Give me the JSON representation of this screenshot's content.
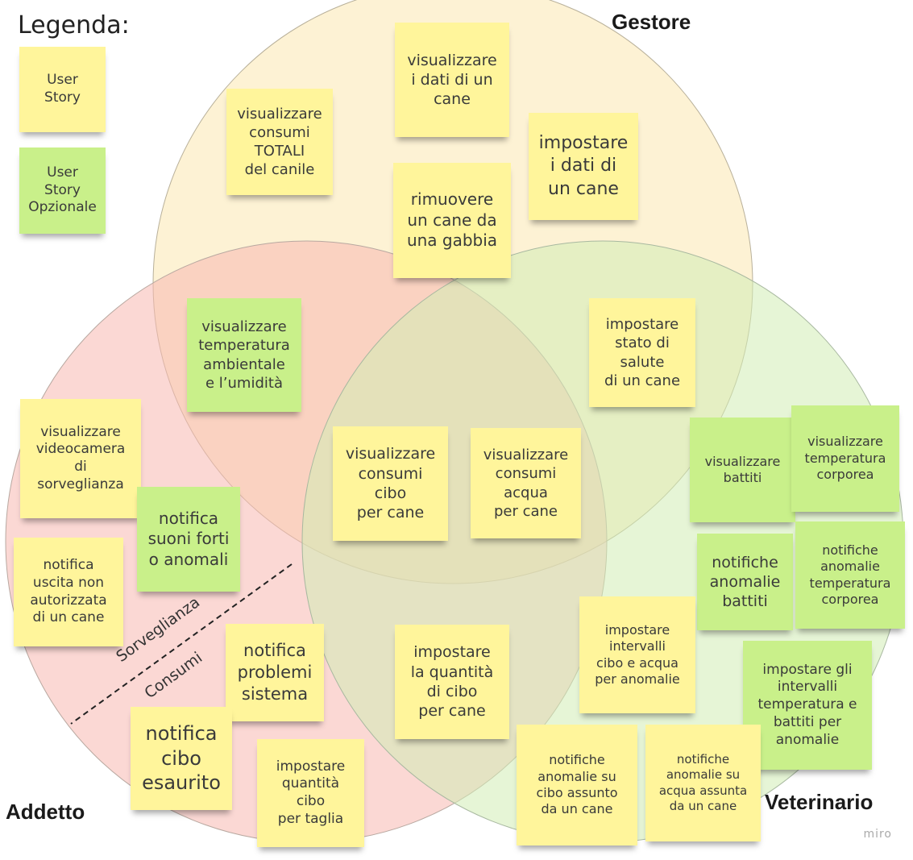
{
  "legend": {
    "title": "Legenda:",
    "items": [
      {
        "text": "User\nStory",
        "color": "#fff59b"
      },
      {
        "text": "User\nStory\nOpzionale",
        "color": "#c9f08a"
      }
    ]
  },
  "roles": {
    "gestore": "Gestore",
    "addetto": "Addetto",
    "veterinario": "Veterinario"
  },
  "circle_colors": {
    "gestore": "#fce7b0",
    "addetto": "#f7b8b0",
    "veterinario": "#d2ecb5",
    "border": "#b0b0a0"
  },
  "separator": {
    "upper": "Sorveglianza",
    "lower": "Consumi"
  },
  "notes": [
    {
      "id": "n1",
      "text": "visualizzare\ni dati di un\ncane",
      "color": "yellow"
    },
    {
      "id": "n2",
      "text": "visualizzare\nconsumi\nTOTALI\ndel canile",
      "color": "yellow"
    },
    {
      "id": "n3",
      "text": "impostare\ni dati di\nun cane",
      "color": "yellow"
    },
    {
      "id": "n4",
      "text": "rimuovere\nun cane da\nuna gabbia",
      "color": "yellow"
    },
    {
      "id": "n5",
      "text": "visualizzare\ntemperatura\nambientale\ne l’umidità",
      "color": "green"
    },
    {
      "id": "n6",
      "text": "impostare\nstato di\nsalute\ndi un cane",
      "color": "yellow"
    },
    {
      "id": "n7",
      "text": "visualizzare\nconsumi\ncibo\nper cane",
      "color": "yellow"
    },
    {
      "id": "n8",
      "text": "visualizzare\nconsumi\nacqua\nper cane",
      "color": "yellow"
    },
    {
      "id": "n9",
      "text": "visualizzare\nvideocamera\ndi\nsorveglianza",
      "color": "yellow"
    },
    {
      "id": "n10",
      "text": "notifica\nsuoni forti\no anomali",
      "color": "green"
    },
    {
      "id": "n11",
      "text": "notifica\nuscita non\nautorizzata\ndi un cane",
      "color": "yellow"
    },
    {
      "id": "n12",
      "text": "notifica\nproblemi\nsistema",
      "color": "yellow"
    },
    {
      "id": "n13",
      "text": "notifica\ncibo\nesaurito",
      "color": "yellow"
    },
    {
      "id": "n14",
      "text": "impostare\nquantità\ncibo\nper taglia",
      "color": "yellow"
    },
    {
      "id": "n15",
      "text": "impostare\nla quantità\ndi cibo\nper cane",
      "color": "yellow"
    },
    {
      "id": "n16",
      "text": "visualizzare\nbattiti",
      "color": "green"
    },
    {
      "id": "n17",
      "text": "visualizzare\ntemperatura\ncorporea",
      "color": "green"
    },
    {
      "id": "n18",
      "text": "notifiche\nanomalie\nbattiti",
      "color": "green"
    },
    {
      "id": "n19",
      "text": "notifiche\nanomalie\ntemperatura\ncorporea",
      "color": "green"
    },
    {
      "id": "n20",
      "text": "impostare\nintervalli\ncibo e acqua\nper anomalie",
      "color": "yellow"
    },
    {
      "id": "n21",
      "text": "impostare gli\nintervalli\ntemperatura e\nbattiti per\nanomalie",
      "color": "green"
    },
    {
      "id": "n22",
      "text": "notifiche\nanomalie su\ncibo assunto\nda un cane",
      "color": "yellow"
    },
    {
      "id": "n23",
      "text": "notifiche\nanomalie su\nacqua assunta\nda un cane",
      "color": "yellow"
    }
  ],
  "watermark": "miro"
}
